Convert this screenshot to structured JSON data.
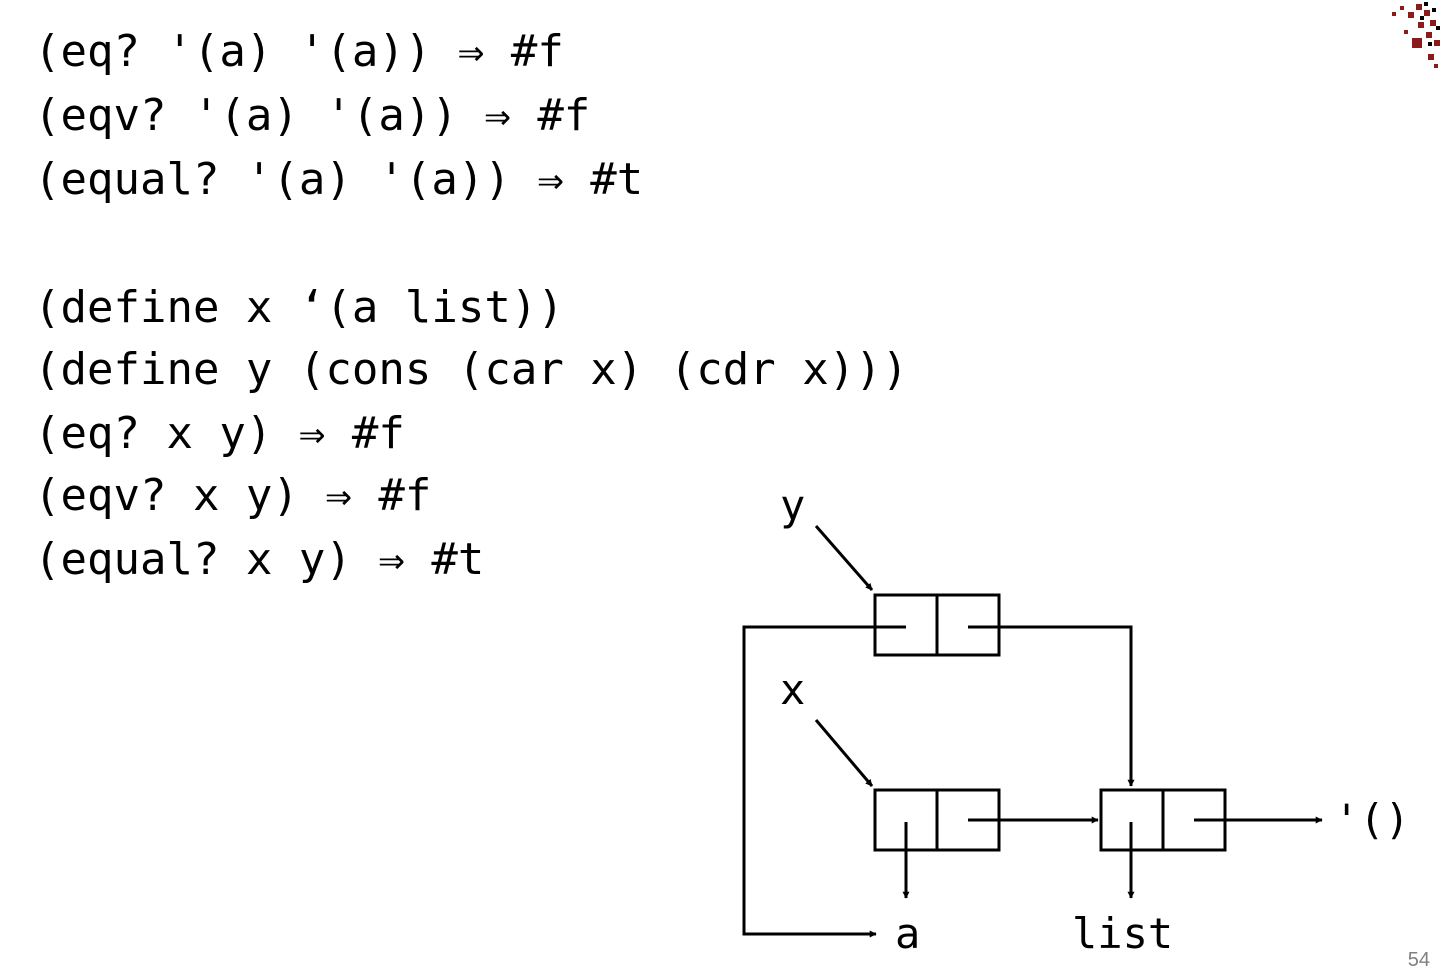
{
  "code_lines": [
    "(eq? '(a) '(a)) ⇒ #f",
    "(eqv? '(a) '(a)) ⇒ #f",
    "(equal? '(a) '(a)) ⇒ #t",
    "(define x ‘(a list))",
    "(define y (cons (car x) (cdr x)))",
    "(eq? x y) ⇒ #f",
    "(eqv? x y) ⇒ #f",
    "(equal? x y) ⇒ #t"
  ],
  "diagram": {
    "labels": {
      "y": "y",
      "x": "x",
      "a": "a",
      "list": "list",
      "empty_list": "'()"
    },
    "cells": [
      "y-cons-cell",
      "x-cons-cell",
      "list-cons-cell"
    ]
  },
  "slide": {
    "page_number": "54"
  },
  "colors": {
    "ink": "#000000",
    "ornament": "#8b1a1a",
    "page_number": "#808080"
  }
}
